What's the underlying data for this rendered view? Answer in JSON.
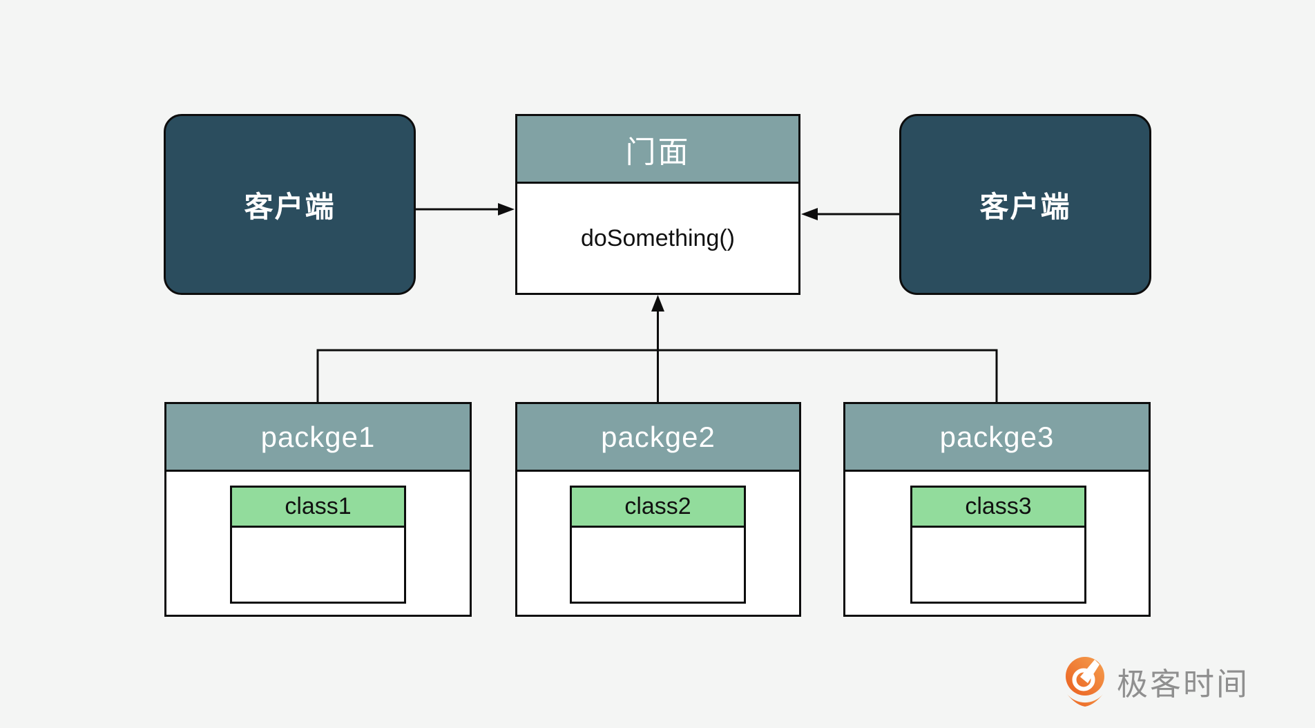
{
  "colors": {
    "bg": "#f4f5f4",
    "client_fill": "#2b4d5e",
    "header_fill": "#81a2a4",
    "class_fill": "#92dc9c",
    "line": "#0d0d0d",
    "text_light": "#ffffff",
    "text_dark": "#111111",
    "logo_text": "#8f8f8f",
    "logo_orange": "#ee7024"
  },
  "clients": {
    "left": {
      "label": "客户端"
    },
    "right": {
      "label": "客户端"
    }
  },
  "facade": {
    "title": "门面",
    "method": "doSomething()"
  },
  "packages": [
    {
      "title": "packge1",
      "class_name": "class1"
    },
    {
      "title": "packge2",
      "class_name": "class2"
    },
    {
      "title": "packge3",
      "class_name": "class3"
    }
  ],
  "connections": [
    {
      "from": "client-left",
      "to": "facade",
      "style": "arrow"
    },
    {
      "from": "client-right",
      "to": "facade",
      "style": "arrow"
    },
    {
      "from": "packages",
      "to": "facade",
      "style": "arrow-up"
    }
  ],
  "logo": {
    "text": "极客时间"
  }
}
